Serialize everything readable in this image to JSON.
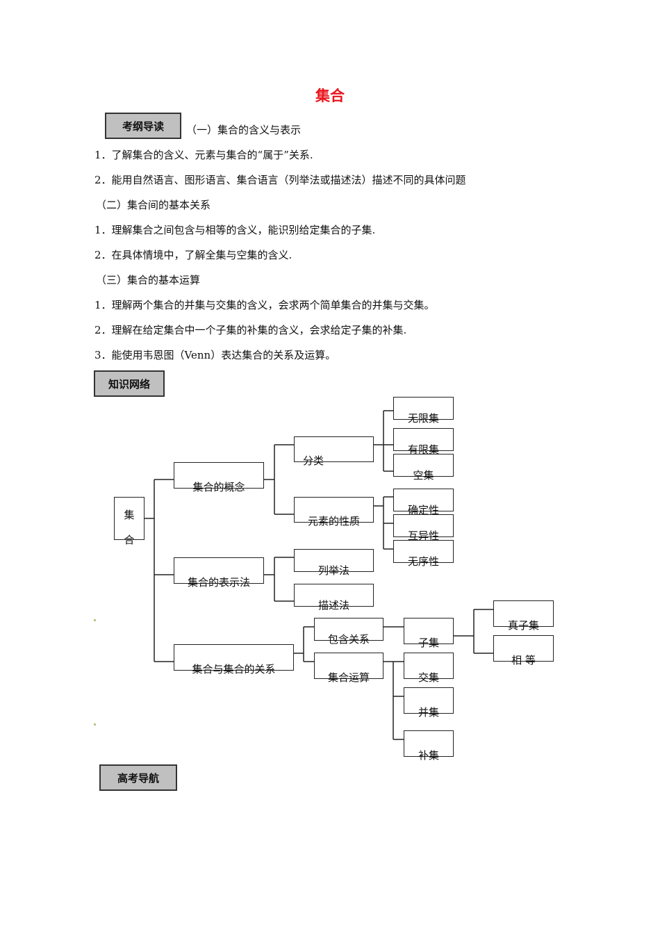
{
  "title": "集合",
  "sections": {
    "outline": "考纲导读",
    "network": "知识网络",
    "guide": "高考导航"
  },
  "lines": [
    "（一）集合的含义与表示",
    "1．了解集合的含义、元素与集合的“属于”关系.",
    "2．能用自然语言、图形语言、集合语言（列举法或描述法）描述不同的具体问题",
    "（二）集合间的基本关系",
    "1．理解集合之间包含与相等的含义，能识别给定集合的子集.",
    "2．在具体情境中，了解全集与空集的含义.",
    "（三）集合的基本运算",
    "1．理解两个集合的并集与交集的含义，会求两个简单集合的并集与交集。",
    "2．理解在给定集合中一个子集的补集的含义，会求给定子集的补集.",
    "3．能使用韦恩图（Venn）表达集合的关系及运算。"
  ],
  "diagram": {
    "root_1": "集",
    "root_2": "合",
    "concept": "集合的概念",
    "classify": "分类",
    "infinite": "无限集",
    "finite": "有限集",
    "empty": "空集",
    "properties": "元素的性质",
    "definite": "确定性",
    "distinct": "互异性",
    "unordered": "无序性",
    "representation": "集合的表示法",
    "listing": "列举法",
    "description": "描述法",
    "relations": "集合与集合的关系",
    "inclusion": "包含关系",
    "subset": "子集",
    "proper_subset": "真子集",
    "equal": "相 等",
    "operations": "集合运算",
    "intersection": "交集",
    "union": "并集",
    "complement": "补集"
  }
}
